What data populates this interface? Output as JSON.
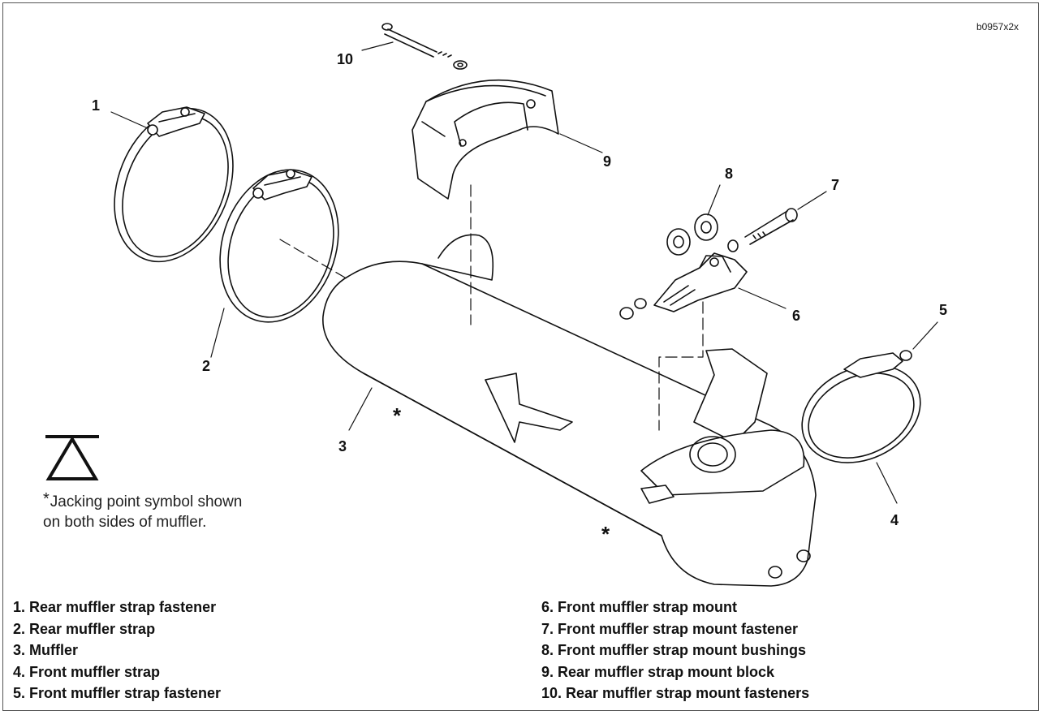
{
  "figure_code": "b0957x2x",
  "callouts": [
    {
      "id": "1",
      "label": "1"
    },
    {
      "id": "2",
      "label": "2"
    },
    {
      "id": "3",
      "label": "3"
    },
    {
      "id": "4",
      "label": "4"
    },
    {
      "id": "5",
      "label": "5"
    },
    {
      "id": "6",
      "label": "6"
    },
    {
      "id": "7",
      "label": "7"
    },
    {
      "id": "8",
      "label": "8"
    },
    {
      "id": "9",
      "label": "9"
    },
    {
      "id": "10",
      "label": "10"
    }
  ],
  "jacking_marker": "*",
  "jacking_note": {
    "star": "*",
    "line1": "Jacking point symbol shown",
    "line2": "on both sides of muffler."
  },
  "legend_left": [
    "1. Rear muffler strap fastener",
    "2. Rear muffler strap",
    "3. Muffler",
    "4. Front muffler strap",
    "5. Front muffler strap fastener"
  ],
  "legend_right": [
    "6. Front muffler strap mount",
    "7. Front muffler strap mount fastener",
    "8. Front muffler strap mount bushings",
    "9. Rear muffler strap mount block",
    "10. Rear muffler strap mount fasteners"
  ]
}
